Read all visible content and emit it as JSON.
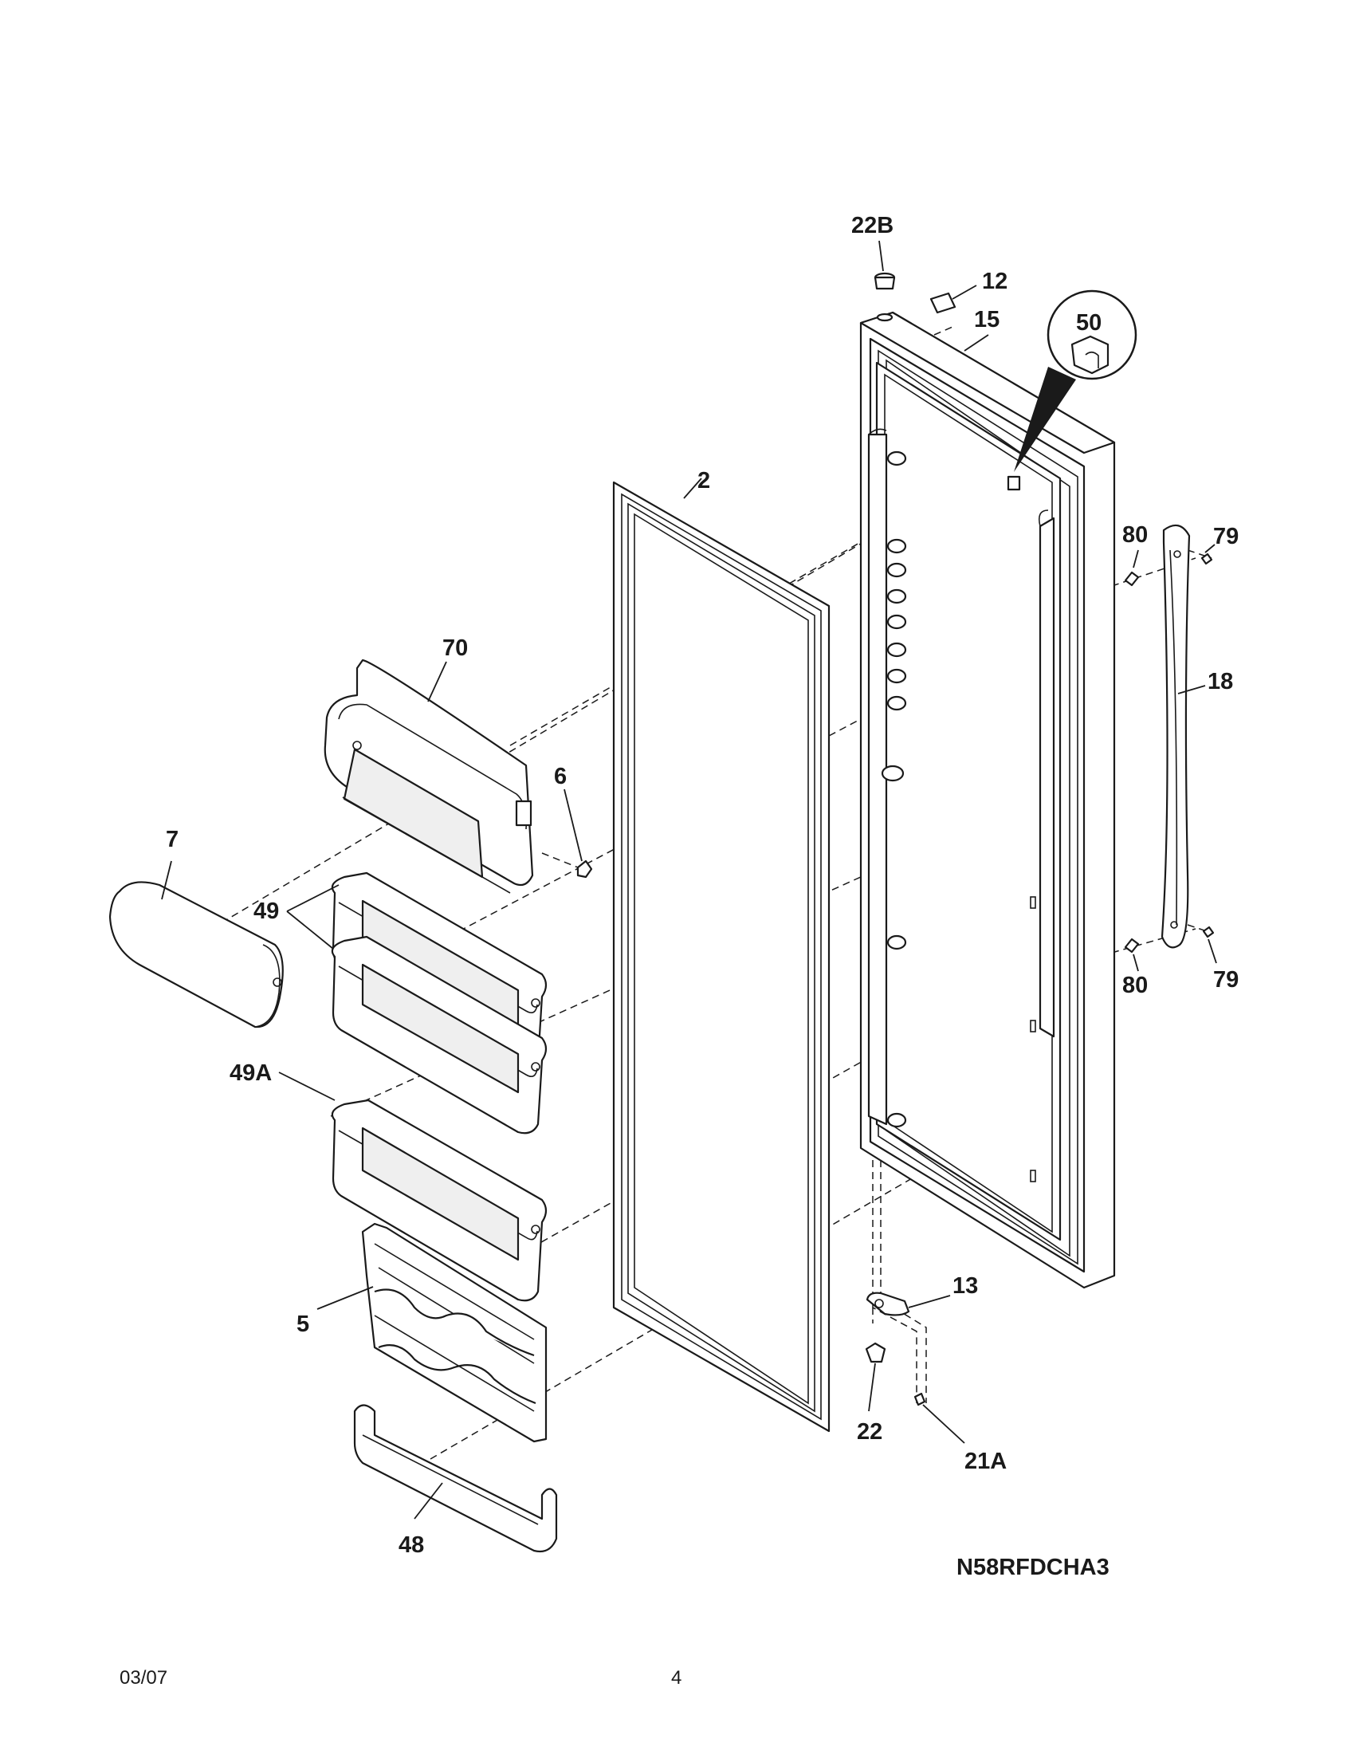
{
  "diagram": {
    "model_number": "N58RFDCHA3",
    "callouts": {
      "c22b": "22B",
      "c12": "12",
      "c15": "15",
      "c50": "50",
      "c2": "2",
      "c80_top": "80",
      "c79_top": "79",
      "c18": "18",
      "c80_bottom": "80",
      "c79_bottom": "79",
      "c70": "70",
      "c6": "6",
      "c7": "7",
      "c49": "49",
      "c49a": "49A",
      "c5": "5",
      "c13": "13",
      "c22": "22",
      "c21a": "21A",
      "c48": "48"
    }
  },
  "footer": {
    "date": "03/07",
    "page_number": "4"
  }
}
